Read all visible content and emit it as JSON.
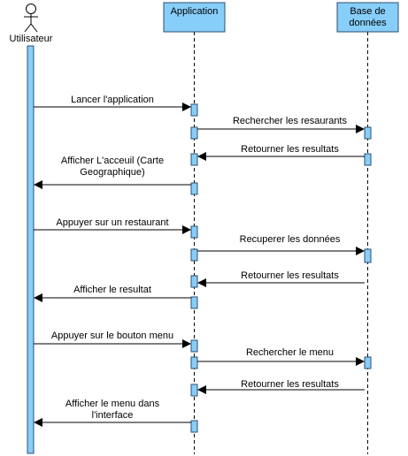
{
  "participants": {
    "user": "Utilisateur",
    "app": "Application",
    "db": [
      "Base de",
      "données"
    ]
  },
  "colors": {
    "box_fill": "#87CEFA",
    "box_stroke": "#2d4f6f",
    "line": "#000000"
  },
  "messages": [
    {
      "from": "user",
      "to": "app",
      "lines": [
        "Lancer l'application"
      ],
      "kind": "solid"
    },
    {
      "from": "app",
      "to": "db",
      "lines": [
        "Rechercher les resaurants"
      ],
      "kind": "solid"
    },
    {
      "from": "db",
      "to": "app",
      "lines": [
        "Retourner les resultats"
      ],
      "kind": "solid"
    },
    {
      "from": "app",
      "to": "user",
      "lines": [
        "Afficher L'acceuil (Carte",
        "Geographique)"
      ],
      "kind": "solid"
    },
    {
      "from": "user",
      "to": "app",
      "lines": [
        "Appuyer sur un restaurant"
      ],
      "kind": "solid"
    },
    {
      "from": "app",
      "to": "db",
      "lines": [
        "Recuperer les données"
      ],
      "kind": "solid"
    },
    {
      "from": "db",
      "to": "app",
      "lines": [
        "Retourner les resultats"
      ],
      "kind": "solid"
    },
    {
      "from": "app",
      "to": "user",
      "lines": [
        "Afficher le resultat"
      ],
      "kind": "solid"
    },
    {
      "from": "user",
      "to": "app",
      "lines": [
        "Appuyer sur le bouton menu"
      ],
      "kind": "solid"
    },
    {
      "from": "app",
      "to": "db",
      "lines": [
        "Rechercher le menu"
      ],
      "kind": "solid"
    },
    {
      "from": "db",
      "to": "app",
      "lines": [
        "Retourner les resultats"
      ],
      "kind": "solid"
    },
    {
      "from": "app",
      "to": "user",
      "lines": [
        "Afficher le menu dans",
        "l'interface"
      ],
      "kind": "solid"
    }
  ]
}
